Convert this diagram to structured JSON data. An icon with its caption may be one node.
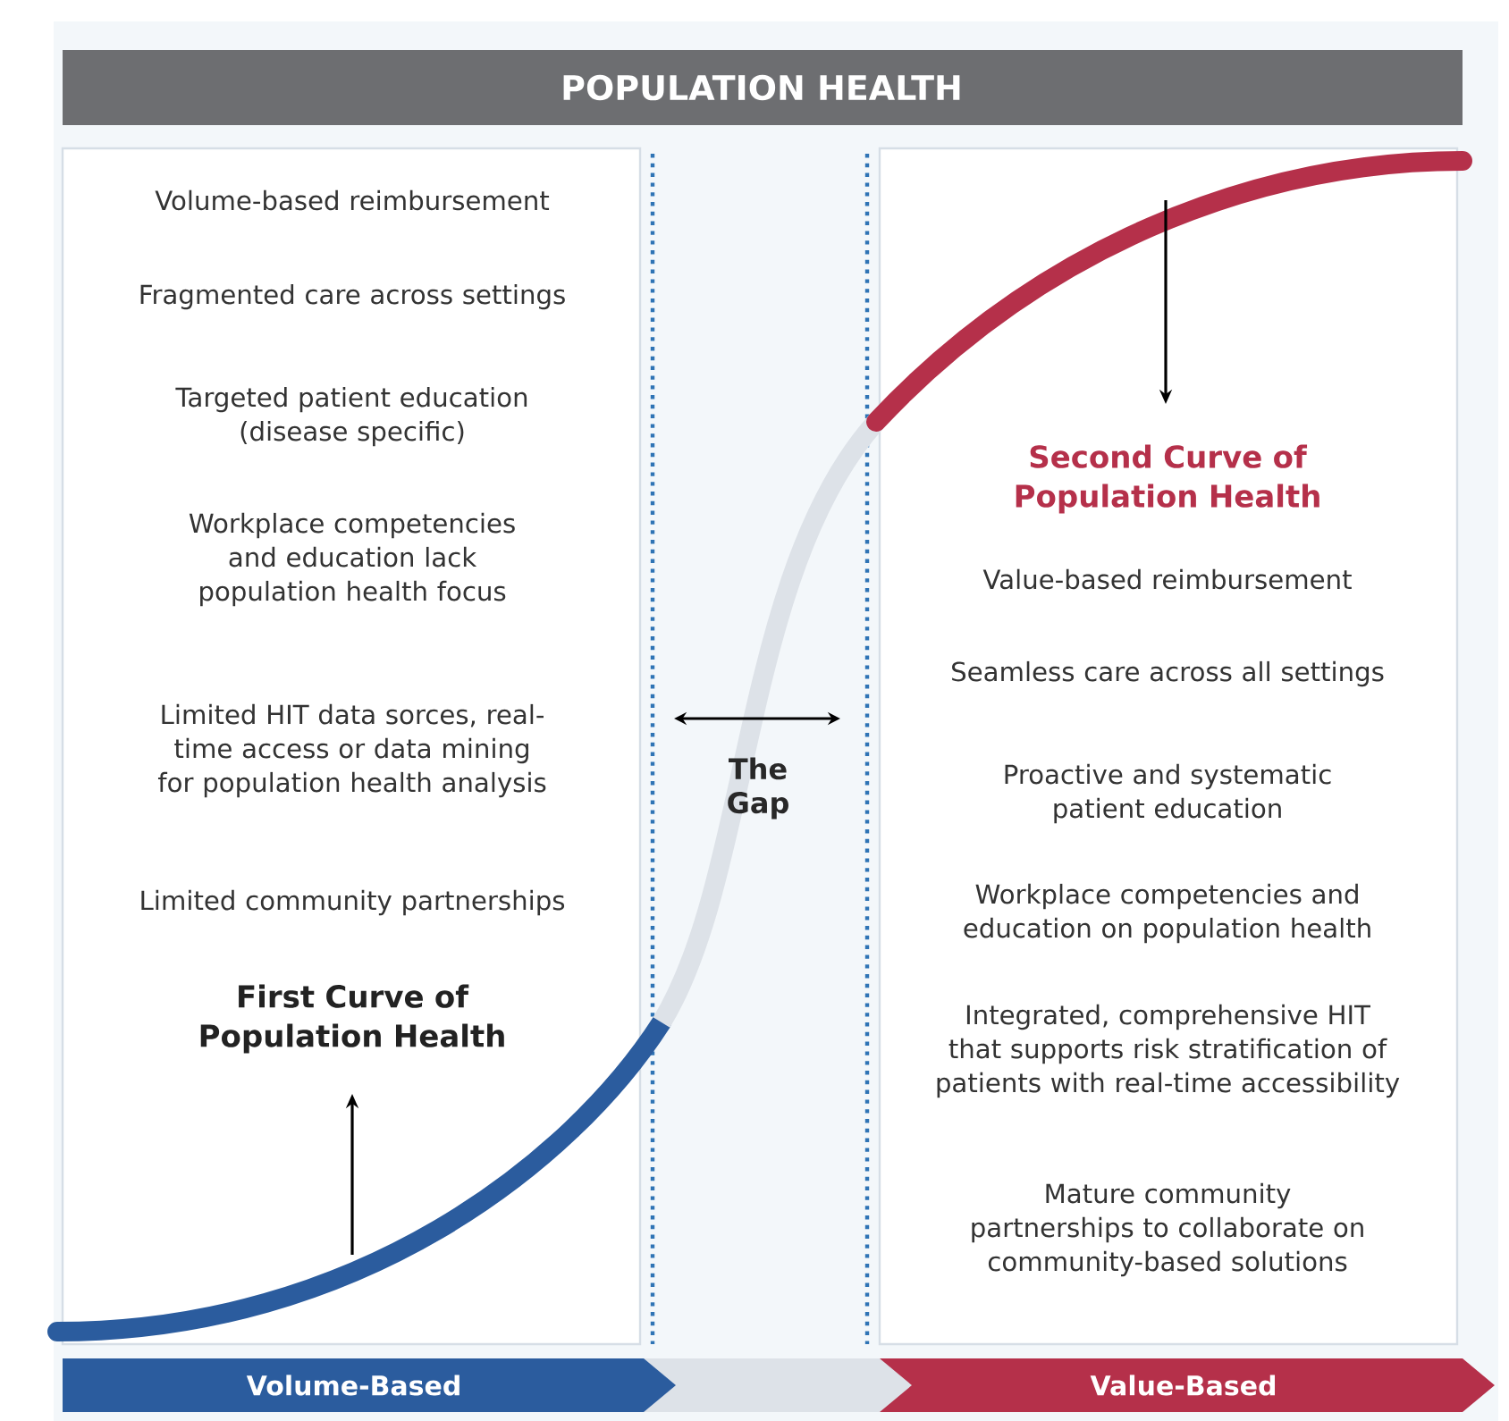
{
  "diagram": {
    "title": "POPULATION HEALTH",
    "nodes": [
      {
        "text": [
          "Volume-based reimbursement",
          "Fragmented care across settings",
          "Targeted patient education (disease specific)",
          "Workplace competencies and education lack population health focus",
          "Limited HIT data sorces, real-time access or data mining for population health analysis",
          "Limited community partnerships",
          "First Curve of Population Health"
        ]
      },
      {
        "text": [
          "Second Curve of Population Health",
          "Value-based reimbursement",
          "Seamless care across all settings",
          "Proactive and systematic patient education",
          "Workplace competencies and education on population health",
          "Integrated, comprehensive HIT that supports risk stratification of patients with real-time accessibility",
          "Mature community partnerships to collaborate on community-based solutions"
        ]
      },
      {
        "text": [
          "Volume-Based"
        ]
      },
      {
        "text": [
          "Value-Based"
        ]
      }
    ],
    "labels": [
      "The Gap"
    ]
  }
}
